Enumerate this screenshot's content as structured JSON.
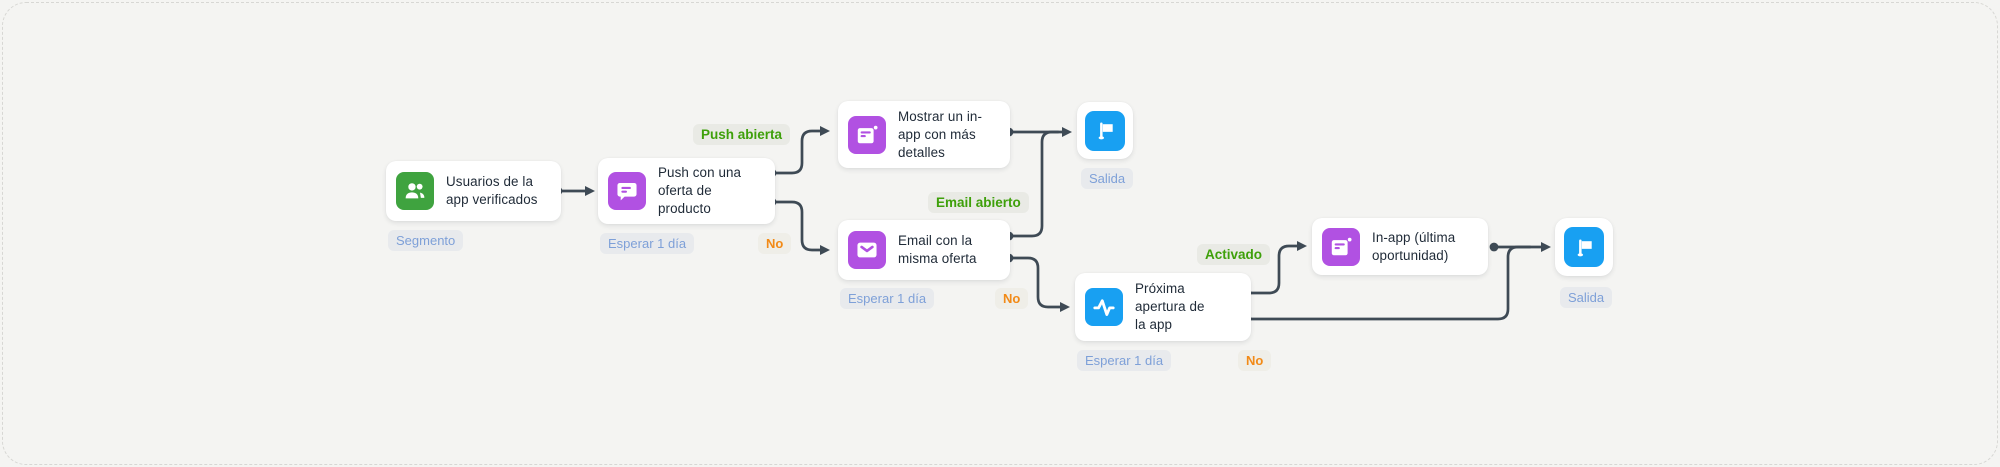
{
  "flow": {
    "nodes": [
      {
        "title": "Usuarios de la\napp verificados",
        "icon": "audience-icon",
        "type_badge": "Segmento"
      },
      {
        "title": "Push con una\noferta de\nproducto",
        "icon": "push-notification-icon",
        "wait_badge": "Esperar 1 día",
        "yes_label": "Push abierta",
        "no_label": "No"
      },
      {
        "title": "Mostrar un in-\napp con más\ndetalles",
        "icon": "in-app-message-icon"
      },
      {
        "title": "Email con la\nmisma oferta",
        "icon": "email-icon",
        "wait_badge": "Esperar 1 día",
        "yes_label": "Email abierto",
        "no_label": "No"
      },
      {
        "title": "Próxima\napertura de\nla app",
        "icon": "app-open-trigger-icon",
        "wait_badge": "Esperar 1 día",
        "yes_label": "Activado",
        "no_label": "No"
      },
      {
        "title": "In-app (última\noportunidad)",
        "icon": "in-app-message-icon"
      }
    ],
    "exits": [
      {
        "badge": "Salida",
        "icon": "exit-flag-icon"
      },
      {
        "badge": "Salida",
        "icon": "exit-flag-icon"
      }
    ],
    "colors": {
      "background": "#F4F4F2",
      "node_card": "#FFFFFF",
      "segment_green": "#3FA33F",
      "message_purple": "#B151E2",
      "action_blue": "#18A0F2",
      "connector": "#3E4A55",
      "title_text": "#1F2A37",
      "wait_badge_bg": "#E8EAED",
      "wait_badge_text": "#7EA0D8",
      "yes_label_text": "#3EA00A",
      "no_label_text": "#F28A17"
    }
  }
}
